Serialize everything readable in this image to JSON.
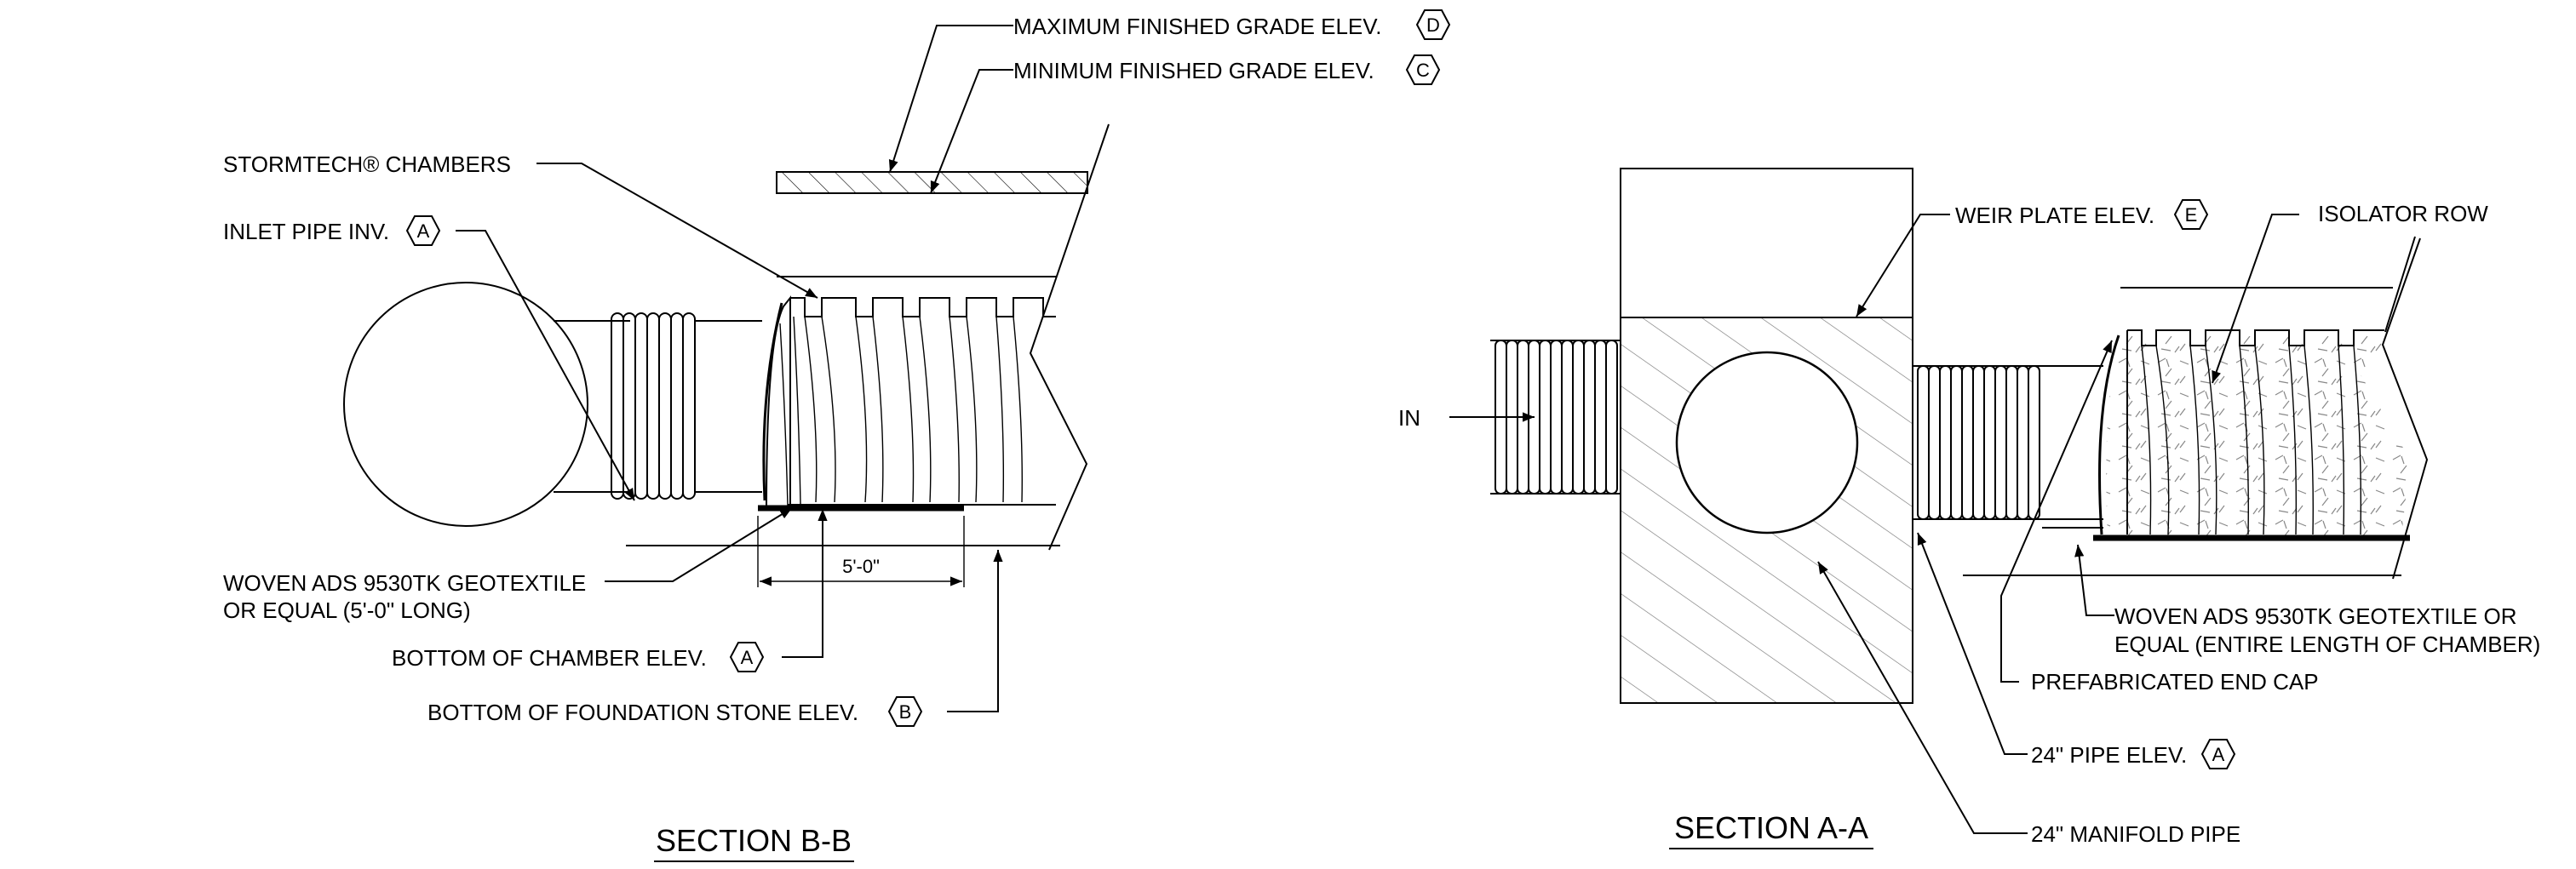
{
  "section_left": {
    "title": "SECTION B-B",
    "labels": {
      "max_grade": "MAXIMUM FINISHED GRADE ELEV.",
      "max_grade_tag": "D",
      "min_grade": "MINIMUM FINISHED GRADE ELEV.",
      "min_grade_tag": "C",
      "chambers": "STORMTECH® CHAMBERS",
      "inlet_inv": "INLET PIPE INV.",
      "inlet_inv_tag": "A",
      "geotextile_1": "WOVEN ADS 9530TK GEOTEXTILE",
      "geotextile_2": "OR EQUAL (5'-0\" LONG)",
      "bottom_chamber": "BOTTOM OF CHAMBER ELEV.",
      "bottom_chamber_tag": "A",
      "bottom_stone": "BOTTOM OF FOUNDATION STONE ELEV.",
      "bottom_stone_tag": "B",
      "dimension": "5'-0\""
    }
  },
  "section_right": {
    "title": "SECTION A-A",
    "labels": {
      "inflow": "IN",
      "weir": "WEIR PLATE ELEV.",
      "weir_tag": "E",
      "isolator": "ISOLATOR ROW",
      "geotextile_1": "WOVEN ADS 9530TK GEOTEXTILE OR",
      "geotextile_2": "EQUAL (ENTIRE LENGTH OF CHAMBER)",
      "end_cap": "PREFABRICATED END CAP",
      "pipe_elev": "24\" PIPE ELEV.",
      "pipe_elev_tag": "A",
      "manifold": "24\" MANIFOLD PIPE"
    }
  },
  "colors": {
    "line": "#000000",
    "background": "#ffffff"
  }
}
